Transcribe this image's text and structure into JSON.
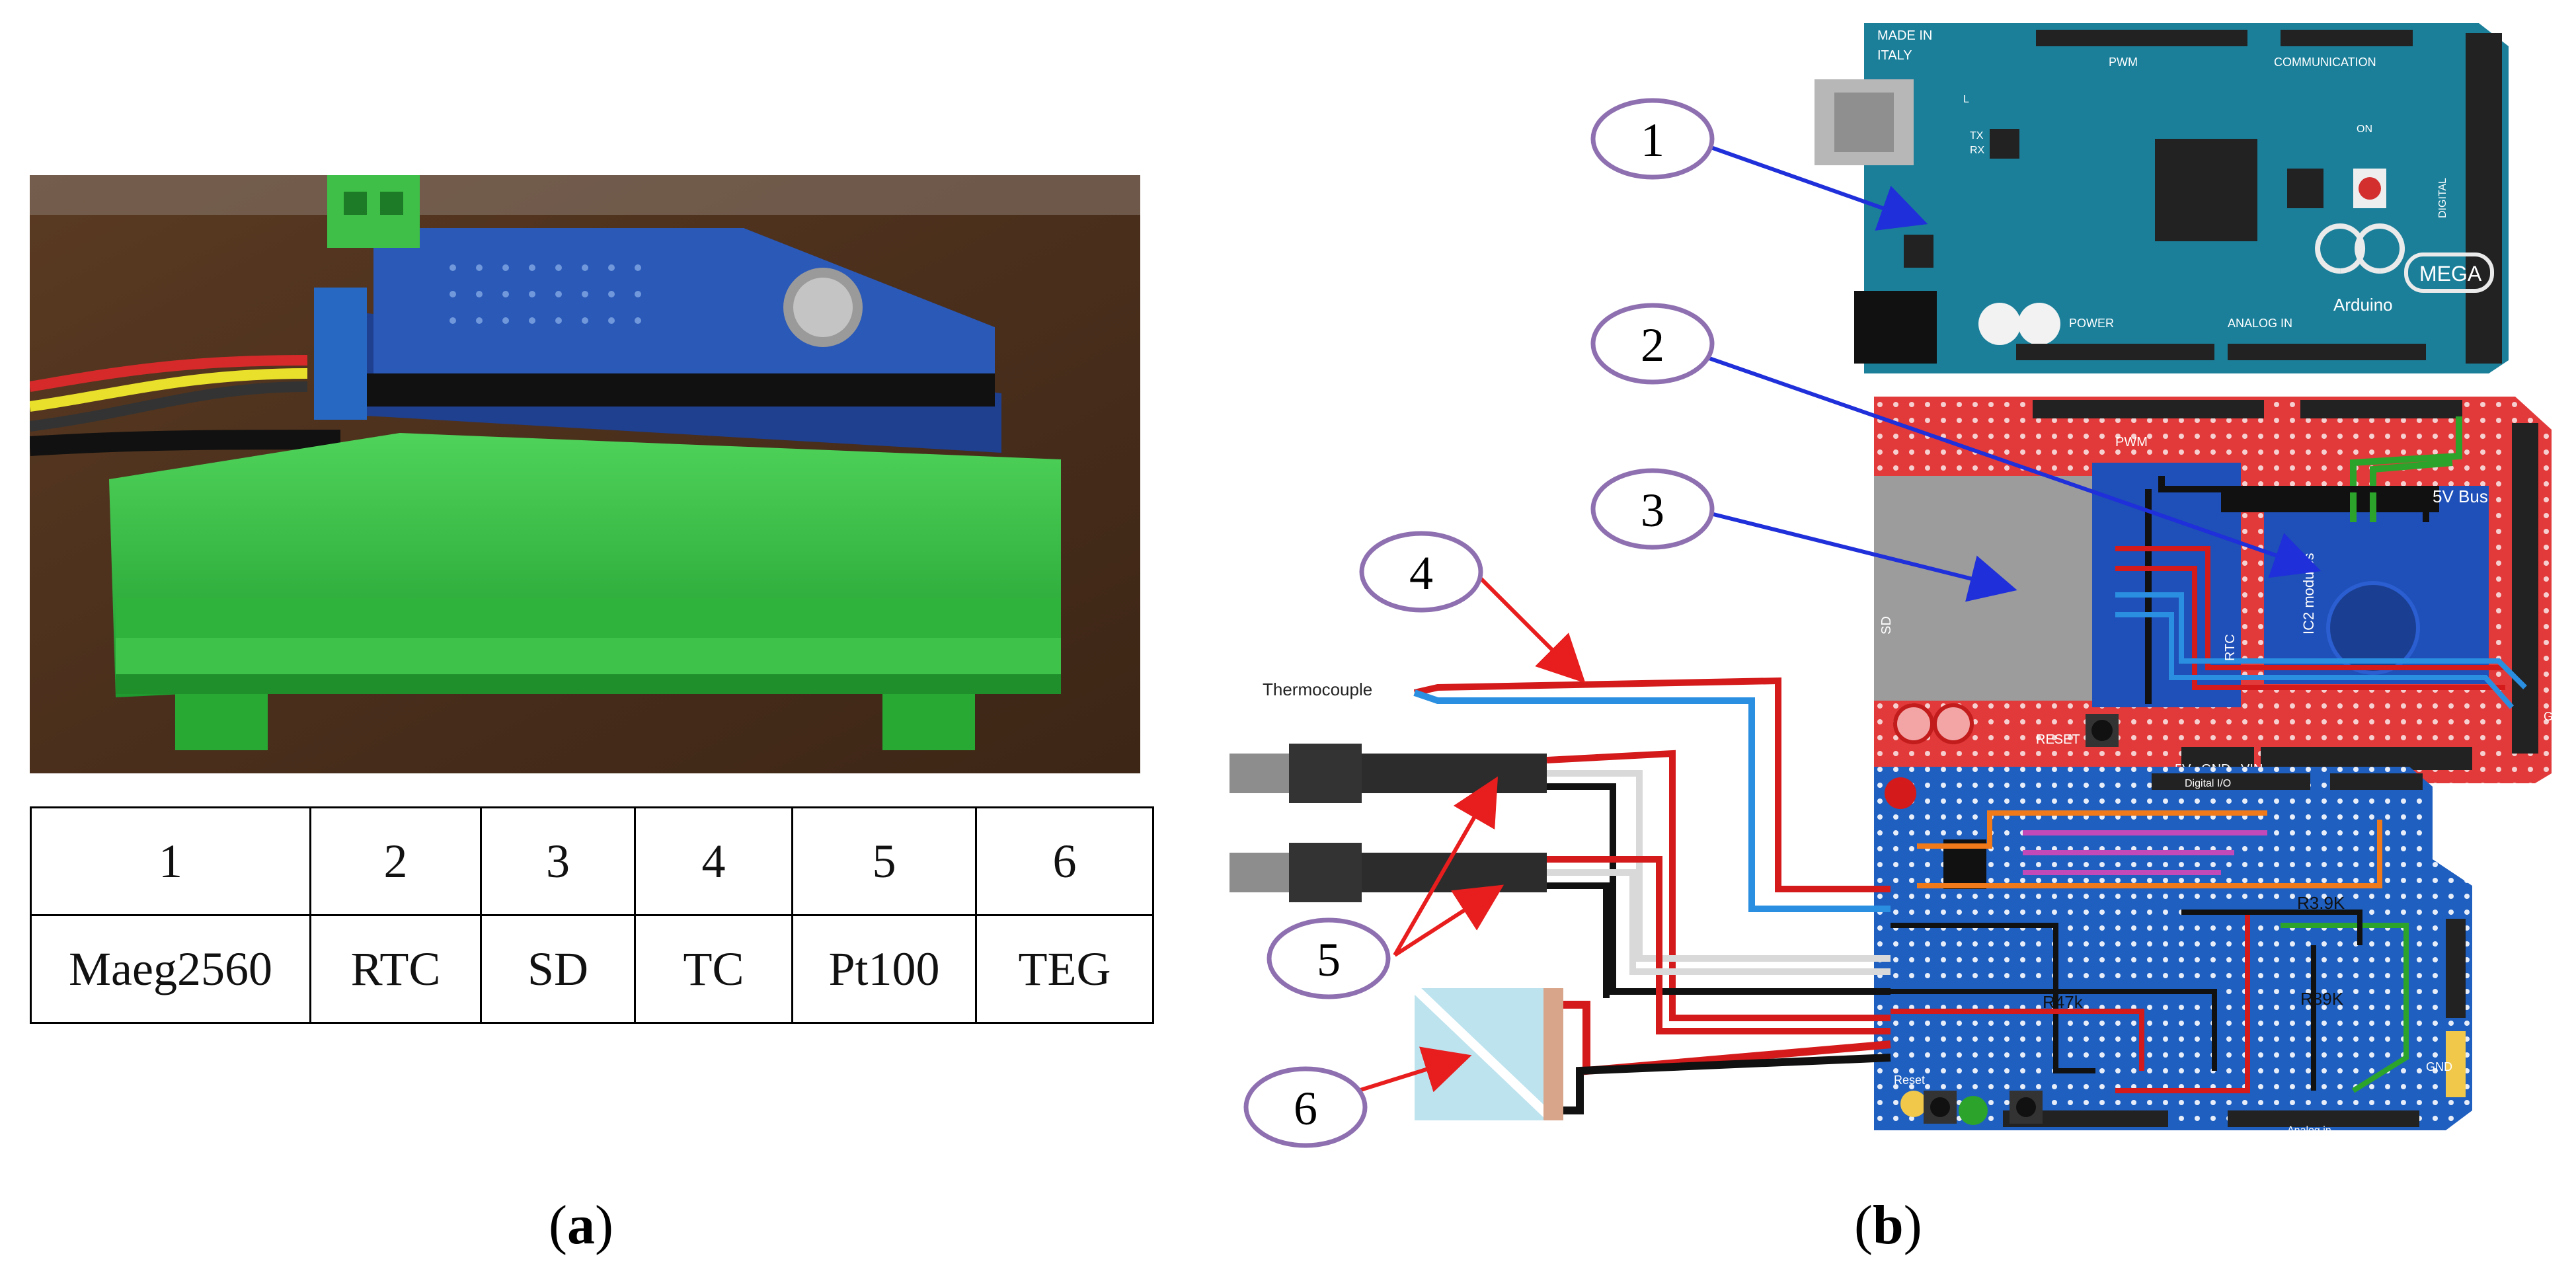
{
  "panel_a": {
    "caption_open": "(",
    "caption_letter": "a",
    "caption_close": ")",
    "table": {
      "numbers": [
        "1",
        "2",
        "3",
        "4",
        "5",
        "6"
      ],
      "names": [
        "Maeg2560",
        "RTC",
        "SD",
        "TC",
        "Pt100",
        "TEG"
      ]
    }
  },
  "panel_b": {
    "caption_open": "(",
    "caption_letter": "b",
    "caption_close": ")",
    "thermocouple_label": "Thermocouple",
    "callouts": [
      "1",
      "2",
      "3",
      "4",
      "5",
      "6"
    ],
    "arduino_board": {
      "made_in": "MADE IN",
      "country": "ITALY",
      "brand": "Arduino",
      "model": "MEGA",
      "pwm": "PWM",
      "communication": "COMMUNICATION",
      "power": "POWER",
      "analog_in": "ANALOG IN",
      "digital": "DIGITAL",
      "tx": "TX",
      "rx": "RX",
      "on": "ON",
      "l": "L"
    },
    "mega_shield": {
      "reset": "RESET",
      "pwm": "PWM",
      "bus": "5V Bus",
      "module": "IC2 modules",
      "gnd": "GND",
      "rtc": "RTC",
      "pins": [
        "5V",
        "GND",
        "VIN"
      ],
      "sd": "SD"
    },
    "proto_shield": {
      "digital_io": "Digital I/O",
      "reset": "Reset",
      "analog": "Analog in",
      "r1": "R3.9K",
      "r2": "R47k",
      "r3": "R39K",
      "gnd": "GND"
    },
    "colors": {
      "arduino_blue": "#1b7f9a",
      "shield_red": "#e23a3a",
      "proto_blue": "#1f5fbf",
      "callout_purple": "#8e6fb0",
      "arrow_blue": "#1f2fd9",
      "arrow_red": "#e81d1d",
      "teg_panel": "#bde3ef"
    },
    "icons": [
      "arduino-mega-board",
      "sd-card-module",
      "rtc-module",
      "thermocouple-probe",
      "pt100-probe",
      "teg-module",
      "prototype-shield"
    ]
  }
}
